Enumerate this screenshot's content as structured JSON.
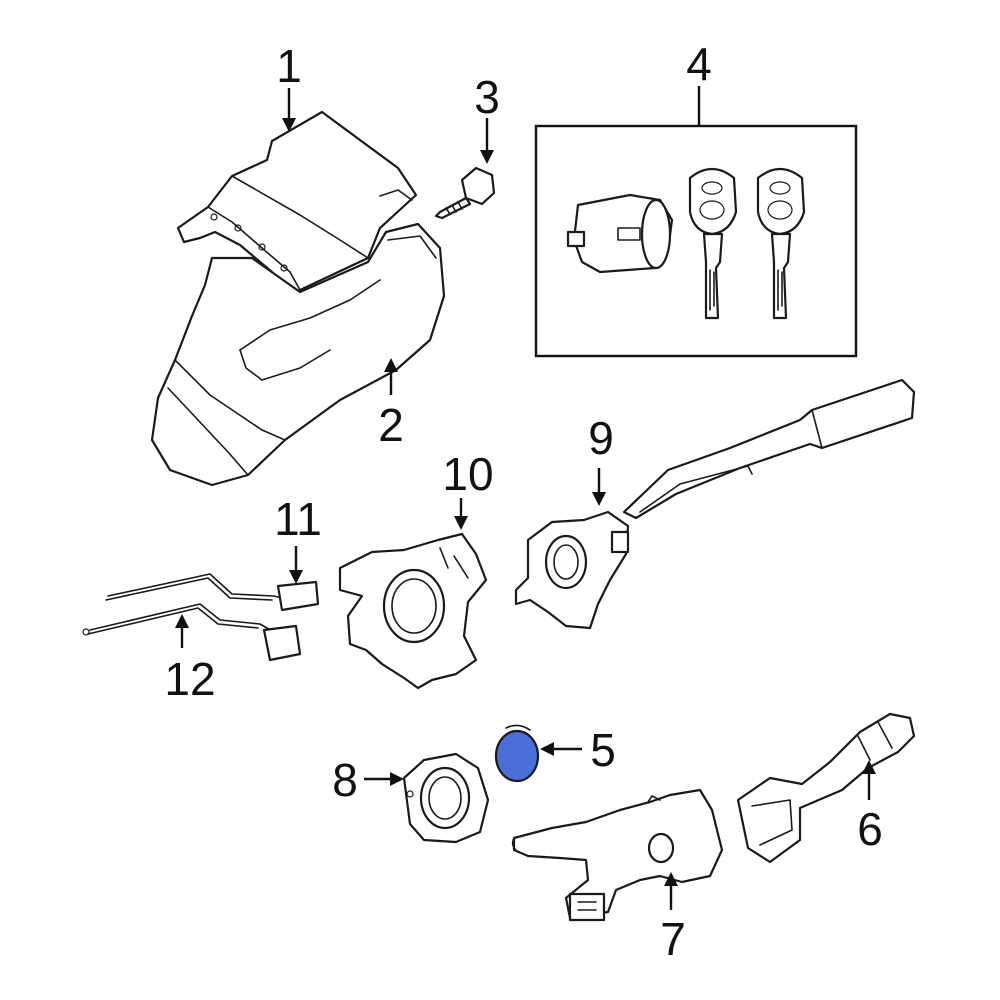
{
  "callouts": {
    "c1": "1",
    "c2": "2",
    "c3": "3",
    "c4": "4",
    "c5": "5",
    "c6": "6",
    "c7": "7",
    "c8": "8",
    "c9": "9",
    "c10": "10",
    "c11": "11",
    "c12": "12"
  },
  "colors": {
    "highlight": "#4a6fd6",
    "line": "#1a1a1a",
    "background": "#ffffff"
  }
}
